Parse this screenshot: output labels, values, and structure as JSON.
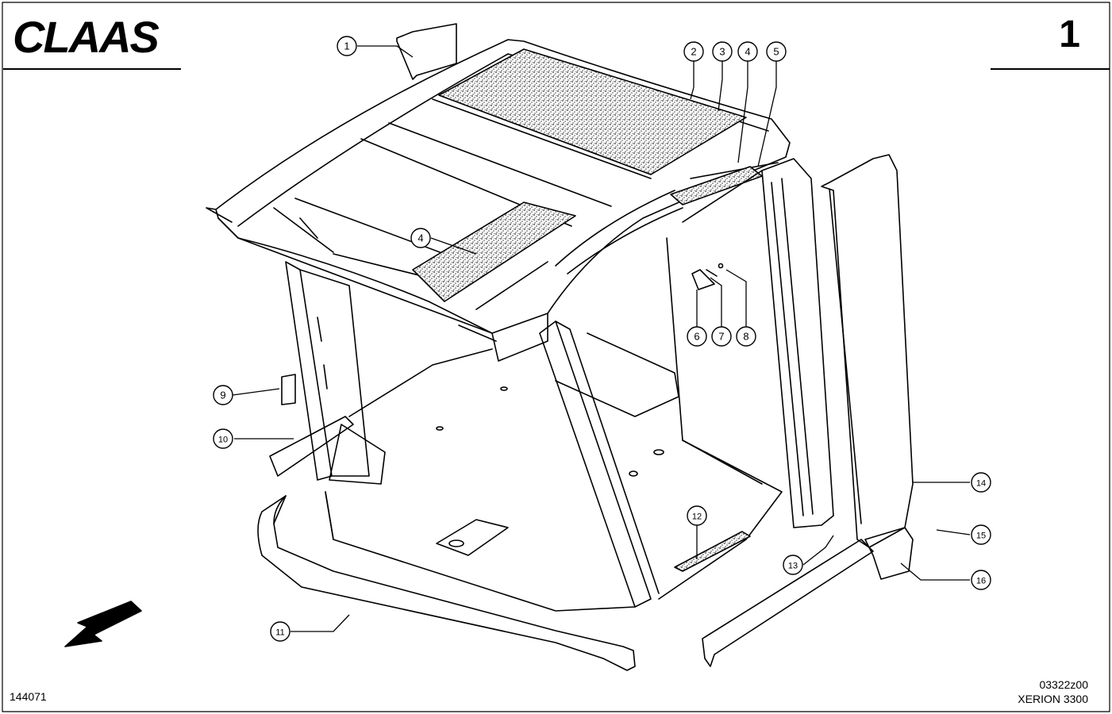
{
  "header": {
    "brand": "CLAAS",
    "page_number": "1"
  },
  "footer": {
    "drawing_number": "144071",
    "document_code": "03322z00",
    "model": "XERION 3300"
  },
  "callouts": [
    "1",
    "2",
    "3",
    "4",
    "5",
    "4",
    "6",
    "7",
    "8",
    "9",
    "10",
    "11",
    "12",
    "13",
    "14",
    "15",
    "16"
  ],
  "colors": {
    "ink": "#000000",
    "paper": "#ffffff",
    "stipple": "#555555"
  },
  "icons": {
    "direction_arrow": "arrow-down-left-icon"
  }
}
